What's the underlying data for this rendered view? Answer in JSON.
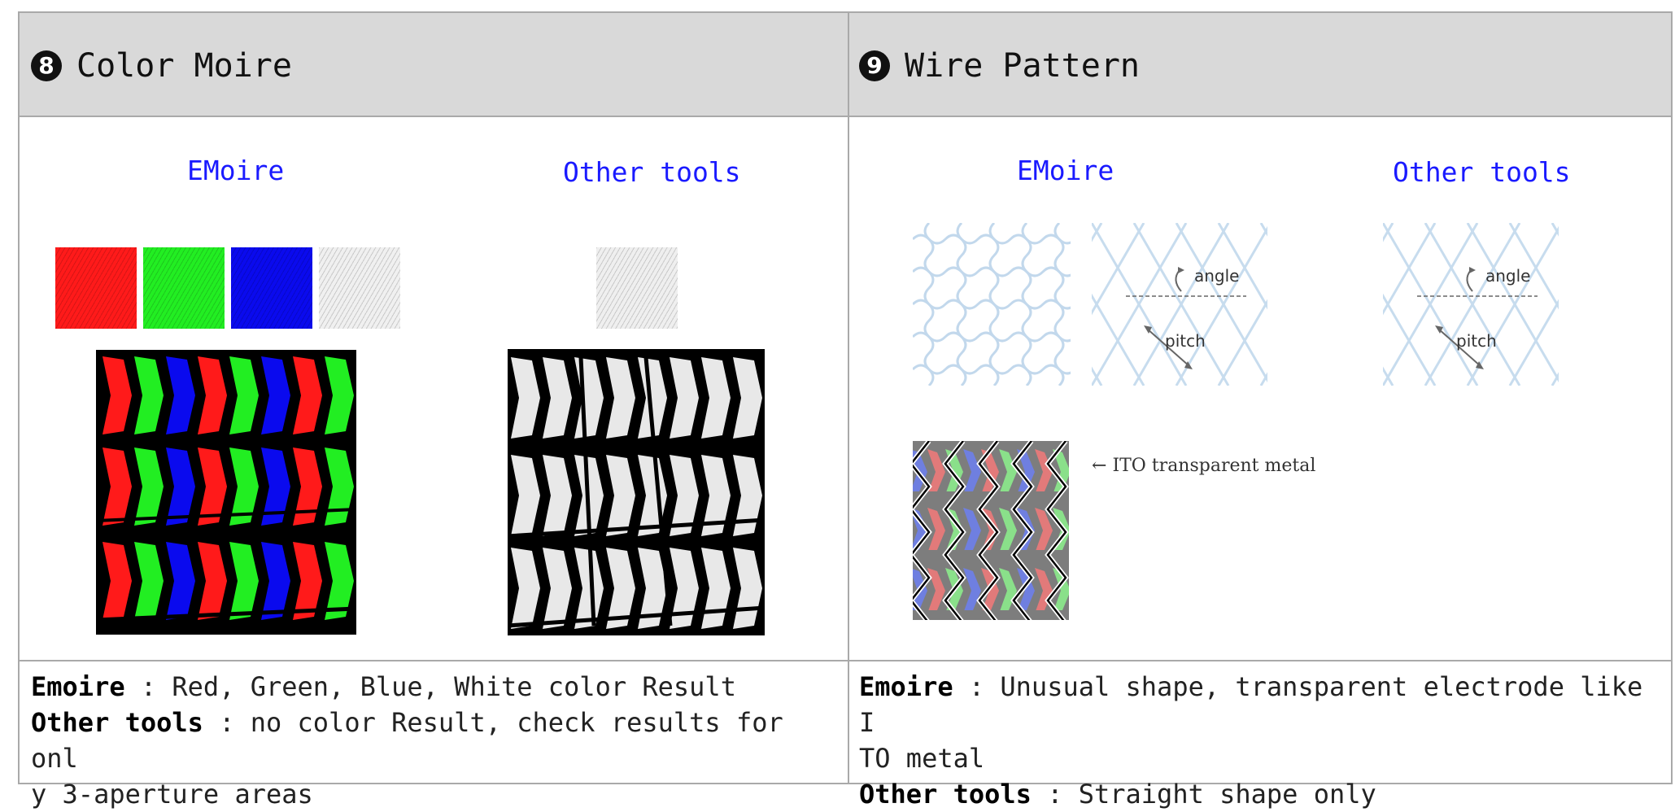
{
  "sections": [
    {
      "number": "8",
      "title": "Color Moire",
      "emoire_label": "EMoire",
      "other_label": "Other tools",
      "emoire_swatch_colors": [
        "#ff1a1a",
        "#22ee22",
        "#0a0aee",
        "#f0f0f0"
      ],
      "other_swatch_color": "#efefef",
      "desc_emoire_key": "Emoire",
      "desc_emoire_text": " : Red, Green, Blue, White color Result",
      "desc_other_key": "Other tools",
      "desc_other_text": " : no color Result, check results for onl\ny 3-aperture areas"
    },
    {
      "number": "9",
      "title": "Wire Pattern",
      "emoire_label": "EMoire",
      "other_label": "Other tools",
      "angle_label": "angle",
      "pitch_label": "pitch",
      "ito_note": "ITO transparent metal",
      "desc_emoire_key": "Emoire",
      "desc_emoire_text": " : Unusual shape, transparent electrode like I\nTO metal",
      "desc_other_key": "Other tools",
      "desc_other_text": " : Straight shape only"
    }
  ]
}
